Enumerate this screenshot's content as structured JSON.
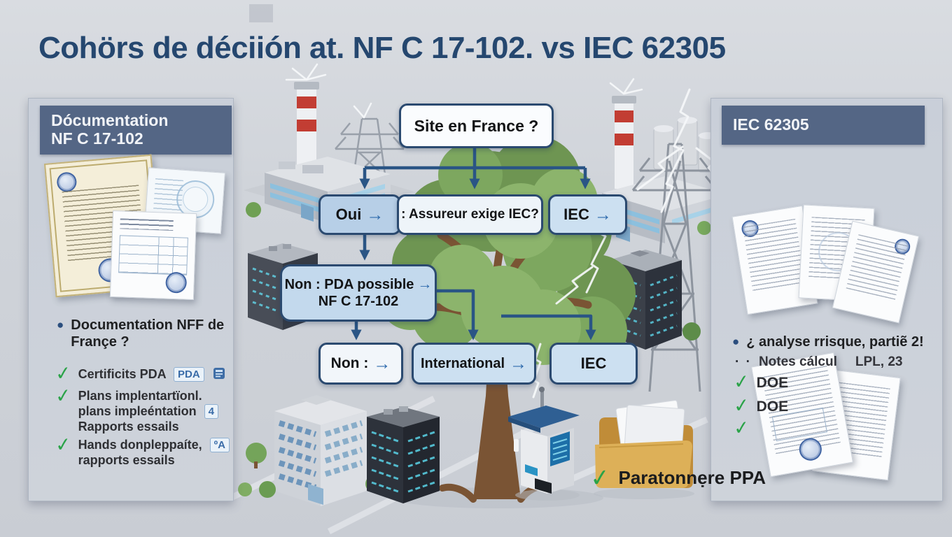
{
  "title": "Cohörs de déciión at. NF C 17-102. vs IEC 62305",
  "icons": {
    "check": "✓",
    "bullet": "●",
    "dots": "· ·",
    "arrow_right": "→"
  },
  "colors": {
    "accent_navy": "#25476f",
    "panel_header_bg": "#546685",
    "node_border": "#2b4a70",
    "node_blue_fill": "#c3d9ed",
    "node_white_fill": "#fafcfe",
    "connector_blue": "#2a5585",
    "check_green": "#2aa348",
    "folder_tan": "#d9a94e"
  },
  "left_panel": {
    "header_line1": "Dócumentation",
    "header_line2": "NF C 17-102",
    "question_line1": "Documentation NFF de",
    "question_line2": "Françe ?",
    "item1_text": "Certificits PDA",
    "item1_badge": "PDA",
    "item2_line1": "Plans implentartïonl.",
    "item2_line2": "plans impleéntation",
    "item2_badge": "4",
    "item2_line3": "Rapports essails",
    "item3_line1": "Hands donpleppaíte,",
    "item3_badge": "ºA",
    "item3_line2": "rapports essails"
  },
  "right_panel": {
    "header": "IEC 62305",
    "question": "¿ analyse rrisque, partiẽ 2!",
    "note_text": "Notes cálcul",
    "note_ref": "LPL, 23",
    "check1": "DOE",
    "check2": "DOE",
    "check3": ""
  },
  "flow": {
    "site": "Site en France ?",
    "oui": "Oui",
    "assureur": ": Assureur exige IEC?",
    "iec_top": "IEC",
    "pda_line1": "Non : PDA possible",
    "pda_line2": "NF C 17-102",
    "non": "Non :",
    "international": "International",
    "iec_bottom": "IEC"
  },
  "footer": {
    "paratonnerre": "Paratonnẹre PPA"
  }
}
